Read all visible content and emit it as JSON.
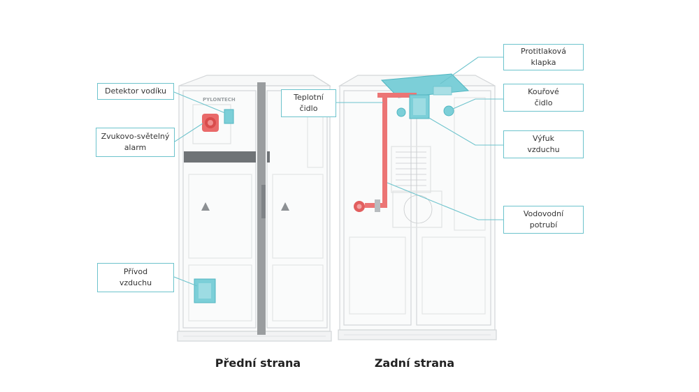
{
  "callouts": {
    "detektor": [
      "Detektor vodíku"
    ],
    "alarm": [
      "Zvukovo-světelný",
      "alarm"
    ],
    "privod": [
      "Přívod",
      "vzduchu"
    ],
    "teplotni": [
      "Teplotní",
      "čidlo"
    ],
    "klapka": [
      "Protitlaková",
      "klapka"
    ],
    "kourove": [
      "Kouřové",
      "čidlo"
    ],
    "vyfuk": [
      "Výfuk",
      "vzduchu"
    ],
    "potrubi": [
      "Vodovodní",
      "potrubí"
    ]
  },
  "views": {
    "front": "Přední strana",
    "back": "Zadní strana"
  },
  "brand": "PYLONTECH",
  "colors": {
    "cyan": "#6cc3cc",
    "red": "#e85a5a",
    "outline": "#d3d6d8"
  }
}
